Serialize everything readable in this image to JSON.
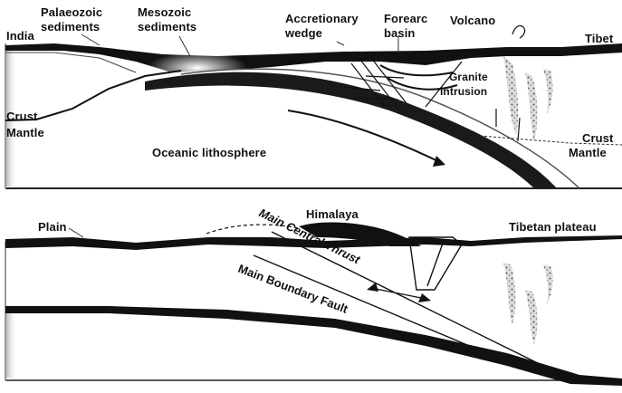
{
  "top": {
    "india": "India",
    "palaeozoic": [
      "Palaeozoic",
      "sediments"
    ],
    "mesozoic": [
      "Mesozoic",
      "sediments"
    ],
    "accretionary": [
      "Accretionary",
      "wedge"
    ],
    "forearc": [
      "Forearc",
      "basin"
    ],
    "volcano": "Volcano",
    "tibet": "Tibet",
    "granite": [
      "Granite",
      "intrusion"
    ],
    "crust_left": "Crust",
    "mantle_left": "Mantle",
    "crust_right": "Crust",
    "mantle_right": "Mantle",
    "oceanic": "Oceanic lithosphere"
  },
  "bottom": {
    "plain": "Plain",
    "himalaya": "Himalaya",
    "tibetan_plateau": "Tibetan plateau",
    "mct": "Main Central Thrust",
    "mbf": "Main Boundary Fault"
  }
}
